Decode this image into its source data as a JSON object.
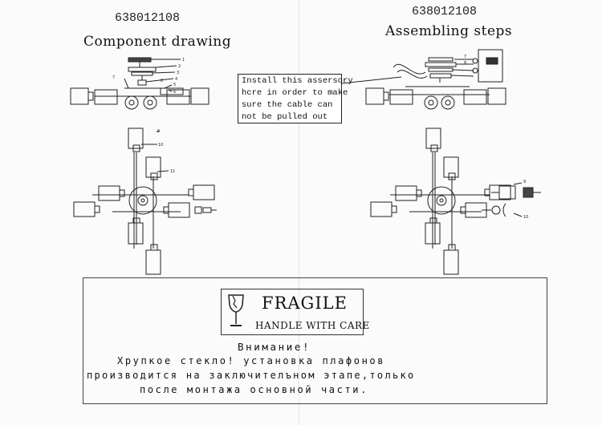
{
  "left_panel": {
    "product_code": "638012108",
    "title": "Component drawing"
  },
  "right_panel": {
    "product_code": "638012108",
    "title": "Assembling steps"
  },
  "note": {
    "lines": [
      "Install this assersory",
      "hcre in order to make",
      "sure the cable can",
      "not be pulled out"
    ]
  },
  "callouts": {
    "left": [
      "1",
      "2",
      "3",
      "4",
      "5",
      "6",
      "7",
      "8",
      "9",
      "10",
      "11"
    ],
    "right": [
      "7",
      "8",
      "9",
      "10"
    ]
  },
  "warning": {
    "fragile_title": "FRAGILE",
    "fragile_subtitle": "HANDLE WITH CARE",
    "heading": "Внимание!",
    "line1": "Хрупкое стекло! установка плафонов",
    "line2": "производится на заключителъном этапе,только",
    "line3": "после монтажа основной части."
  },
  "icons": {
    "fragile": "broken-glass-icon"
  }
}
